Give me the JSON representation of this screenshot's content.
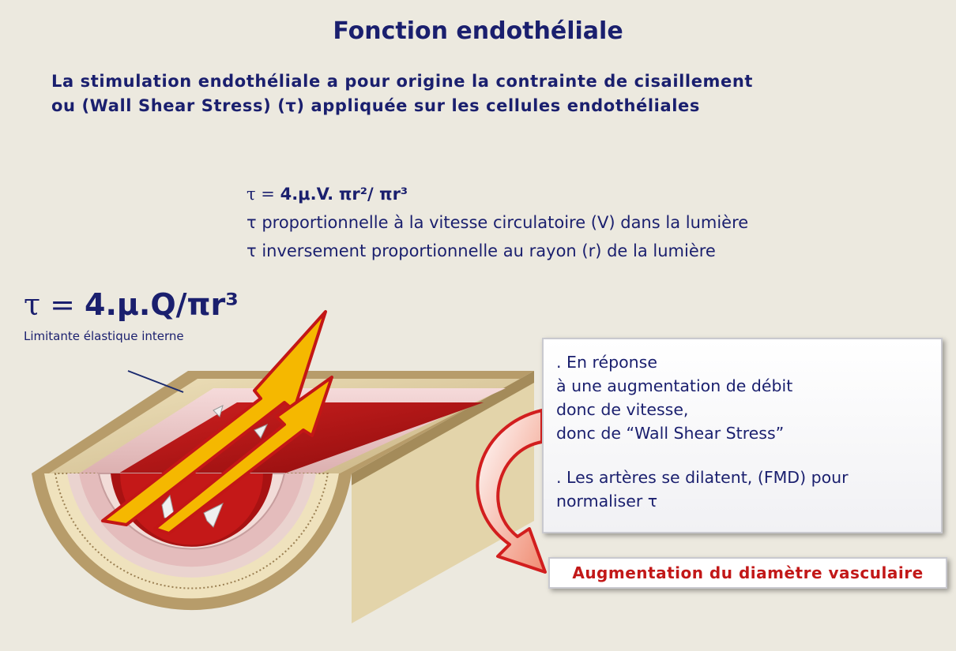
{
  "title": "Fonction endothéliale",
  "intro": {
    "line1": "La stimulation endothéliale a pour origine la contrainte de cisaillement",
    "line2": "ou (Wall Shear Stress) (τ) appliquée sur les cellules endothéliales"
  },
  "formula": {
    "tau_eq": "τ =",
    "mid": "4.μ.V.",
    "pi_r2": "πr²/ πr³",
    "line2": "τ proportionnelle à la vitesse circulatoire (V) dans la lumière",
    "line3": "τ inversement proportionnelle au rayon  (r) de la lumière"
  },
  "big_formula": {
    "tau_eq": "τ =",
    "rest": "4.μ.Q/πr³"
  },
  "lei_label": "Limitante élastique interne",
  "info_box": {
    "line1": ". En réponse",
    "line2": "à une augmentation de débit",
    "line3": "donc de vitesse,",
    "line4": "donc de “Wall Shear Stress”",
    "line5": ". Les artères se dilatent, (FMD) pour",
    "line6": "normaliser τ"
  },
  "result": "Augmentation du diamètre vasculaire",
  "colors": {
    "background": "#ece9df",
    "text_navy": "#1a1f6e",
    "result_red": "#c21818",
    "blood": "#b01414",
    "arrow_fill": "#f5b800"
  }
}
